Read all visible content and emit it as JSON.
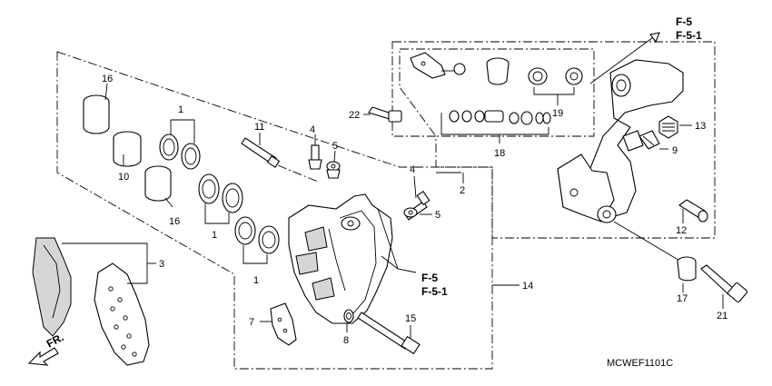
{
  "diagram": {
    "code": "MCWEF1101C",
    "front_marker": "FR.",
    "ref_top": [
      "F-5",
      "F-5-1"
    ],
    "ref_mid": [
      "F-5",
      "F-5-1"
    ],
    "callouts": {
      "c1a": "1",
      "c1b": "1",
      "c1c": "1",
      "c2": "2",
      "c3": "3",
      "c4a": "4",
      "c4b": "4",
      "c5a": "5",
      "c5b": "5",
      "c7": "7",
      "c8": "8",
      "c9": "9",
      "c10": "10",
      "c11": "11",
      "c12": "12",
      "c13": "13",
      "c14": "14",
      "c15": "15",
      "c16a": "16",
      "c16b": "16",
      "c17": "17",
      "c18": "18",
      "c19": "19",
      "c21": "21",
      "c22": "22"
    }
  }
}
